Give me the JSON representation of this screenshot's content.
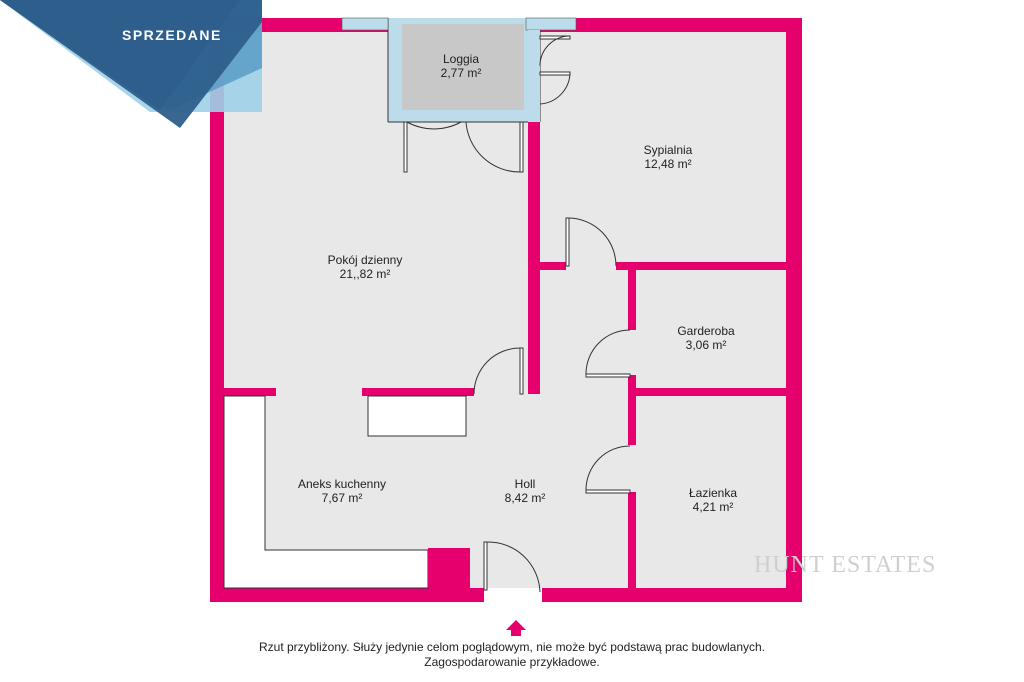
{
  "badge": {
    "label": "SPRZEDANE"
  },
  "watermark": {
    "text": "HUNT ESTATES"
  },
  "colors": {
    "wall": "#e6006e",
    "floor": "#e8e8e8",
    "loggia": "#c8c8c8",
    "badge": "#2e5f8c"
  },
  "rooms": [
    {
      "name": "Loggia",
      "area": "2,77 m²"
    },
    {
      "name": "Sypialnia",
      "area": "12,48 m²"
    },
    {
      "name": "Pokój dzienny",
      "area": "21,,82 m²"
    },
    {
      "name": "Garderoba",
      "area": "3,06 m²"
    },
    {
      "name": "Aneks kuchenny",
      "area": "7,67 m²"
    },
    {
      "name": "Holl",
      "area": "8,42 m²"
    },
    {
      "name": "Łazienka",
      "area": "4,21 m²"
    }
  ],
  "entrance_icon": "up-arrow-icon",
  "disclaimer": {
    "line1": "Rzut przybliżony. Służy jedynie celom poglądowym, nie może być podstawą prac budowlanych.",
    "line2": "Zagospodarowanie przykładowe."
  }
}
